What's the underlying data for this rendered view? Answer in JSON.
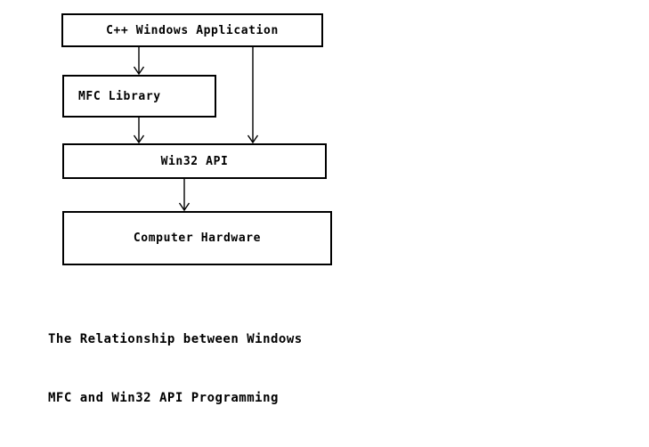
{
  "diagram": {
    "title_caption": {
      "line1": "The Relationship between Windows",
      "line2": "MFC and Win32 API Programming"
    },
    "background_color": "#ffffff",
    "stroke_color": "#000000",
    "nodes": [
      {
        "id": "app",
        "label": "C++ Windows Application"
      },
      {
        "id": "mfc",
        "label": "MFC Library"
      },
      {
        "id": "win32",
        "label": "Win32 API"
      },
      {
        "id": "hw",
        "label": "Computer Hardware"
      }
    ],
    "edges": [
      {
        "from": "app",
        "to": "mfc",
        "arrow": "down"
      },
      {
        "from": "app",
        "to": "win32",
        "arrow": "down"
      },
      {
        "from": "mfc",
        "to": "win32",
        "arrow": "down"
      },
      {
        "from": "win32",
        "to": "hw",
        "arrow": "down"
      }
    ]
  }
}
